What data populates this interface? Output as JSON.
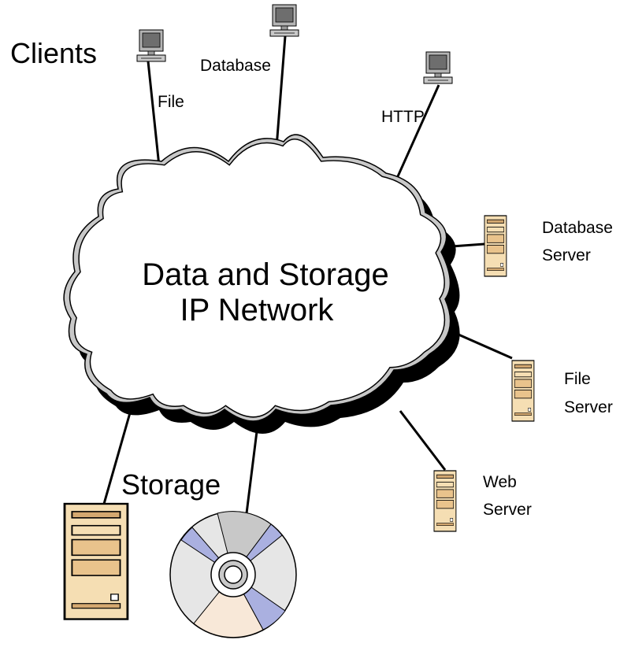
{
  "labels": {
    "clients": "Clients",
    "file_client": "File",
    "database_client": "Database",
    "http_client": "HTTP",
    "cloud_line1": "Data and Storage",
    "cloud_line2": "IP Network",
    "database_server_line1": "Database",
    "database_server_line2": "Server",
    "file_server_line1": "File",
    "file_server_line2": "Server",
    "web_server_line1": "Web",
    "web_server_line2": "Server",
    "storage": "Storage"
  },
  "colors": {
    "cloud_fill": "#ffffff",
    "cloud_rim": "#c8c8c8",
    "cloud_shadow": "#000000",
    "server_body": "#f5deb3",
    "monitor_grey": "#b4b4b4",
    "disc_grey": "#c8c8c8",
    "disc_light": "#e6e6e6",
    "disc_blue": "#aab0e0",
    "disc_cream": "#f8e8d8"
  },
  "icons": [
    "computer-icon",
    "server-tower-icon",
    "optical-disc-icon",
    "network-cloud-icon"
  ]
}
